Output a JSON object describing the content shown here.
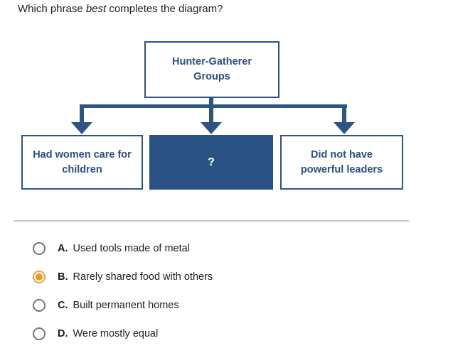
{
  "question": {
    "prefix": "Which phrase ",
    "emphasis": "best",
    "suffix": " completes the diagram?"
  },
  "diagram": {
    "root": "Hunter-Gatherer Groups",
    "children": [
      {
        "label": "Had women care for children",
        "highlighted": false
      },
      {
        "label": "?",
        "highlighted": true
      },
      {
        "label": "Did not have powerful leaders",
        "highlighted": false
      }
    ]
  },
  "options": [
    {
      "letter": "A.",
      "text": "Used tools made of metal",
      "selected": false
    },
    {
      "letter": "B.",
      "text": "Rarely shared food with others",
      "selected": true
    },
    {
      "letter": "C.",
      "text": "Built permanent homes",
      "selected": false
    },
    {
      "letter": "D.",
      "text": "Were mostly equal",
      "selected": false
    }
  ],
  "colors": {
    "navy_border": "#2e5486",
    "navy_fill": "#2a5183",
    "navy_text": "#2d4e7e",
    "body_text": "#212121",
    "radio_unselected": "#757575",
    "radio_selected_ring": "#f1a13b",
    "radio_selected_dot": "#ef9726",
    "divider": "#c9c9c9"
  }
}
